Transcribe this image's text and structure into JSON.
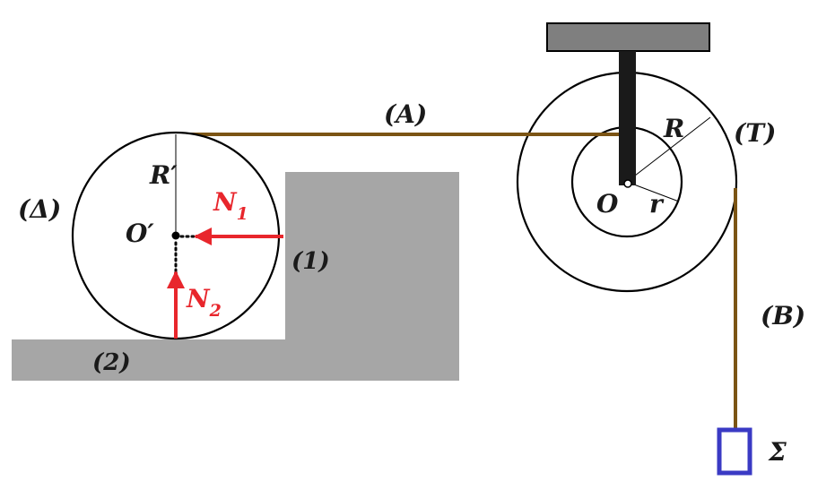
{
  "labels": {
    "rope_a": "(A)",
    "rope_b": "(B)",
    "pulley": "(T)",
    "cylinder": "(Δ)",
    "contact_1": "(1)",
    "contact_2": "(2)",
    "big_radius": "R",
    "small_radius": "r",
    "pulley_center": "O",
    "cylinder_radius": "R′",
    "cylinder_center": "O′",
    "force_1": "N",
    "force_1_sub": "1",
    "force_2": "N",
    "force_2_sub": "2",
    "mass": "Σ"
  },
  "colors": {
    "rope": "#7b5414",
    "force": "#e8262c",
    "block": "#a6a6a6",
    "support": "#7f7f7f",
    "axle": "#1a1a1a",
    "mass": "#3a3ac4",
    "outline": "#000000"
  }
}
